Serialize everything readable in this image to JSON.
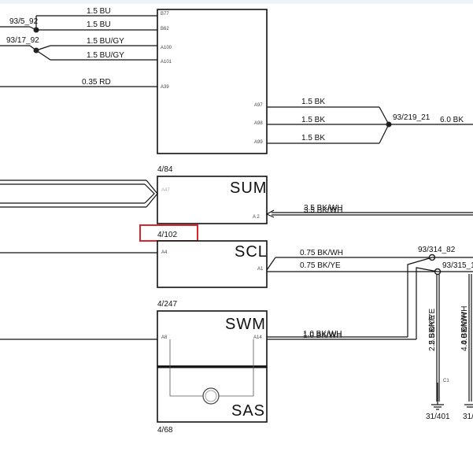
{
  "colors": {
    "highlight": "#d9262c",
    "line": "#111111",
    "top_band": "#eef3f7"
  },
  "top_wires": {
    "w1": {
      "label": "1.5 BU",
      "pin": "B77"
    },
    "w2": {
      "label": "1.5 BU",
      "pin": "B62"
    },
    "w3": {
      "label": "1.5 BU/GY",
      "pin": "A100"
    },
    "w4": {
      "label": "1.5 BU/GY",
      "pin": "A101"
    },
    "w5": {
      "label": "0.35 RD",
      "pin": "A39"
    },
    "splice1": "93/5_92",
    "splice2": "93/17_92"
  },
  "ground_wires": {
    "g1": {
      "label": "1.5 BK",
      "pin": "A97"
    },
    "g2": {
      "label": "1.5 BK",
      "pin": "A98"
    },
    "g3": {
      "label": "1.5 BK",
      "pin": "A99"
    },
    "splice": "93/219_21",
    "out": "6.0 BK"
  },
  "sum": {
    "ref": "4/84",
    "name": "SUM",
    "pin_left": "A47",
    "pin_right": "A 2",
    "wire": "3.5 BK/WH"
  },
  "scl": {
    "ref": "4/102",
    "name": "SCL",
    "pin_left": "A4",
    "pin_right": "A1",
    "wire_top": "0.75 BK/WH",
    "wire_bot": "0.75 BK/YE",
    "splice1": "93/314_82",
    "splice2": "93/315_1"
  },
  "swm": {
    "ref": "4/247",
    "name": "SWM",
    "pin_left": "A8",
    "pin_right": "A14",
    "wire": "1.0 BK/WH"
  },
  "sas": {
    "name": "SAS",
    "ref": "4/68"
  },
  "vertical": {
    "v1": "2.5 BK/YE",
    "v2": "4.0 BK/WH",
    "pin_c1": "C1",
    "ground": "31/401"
  }
}
